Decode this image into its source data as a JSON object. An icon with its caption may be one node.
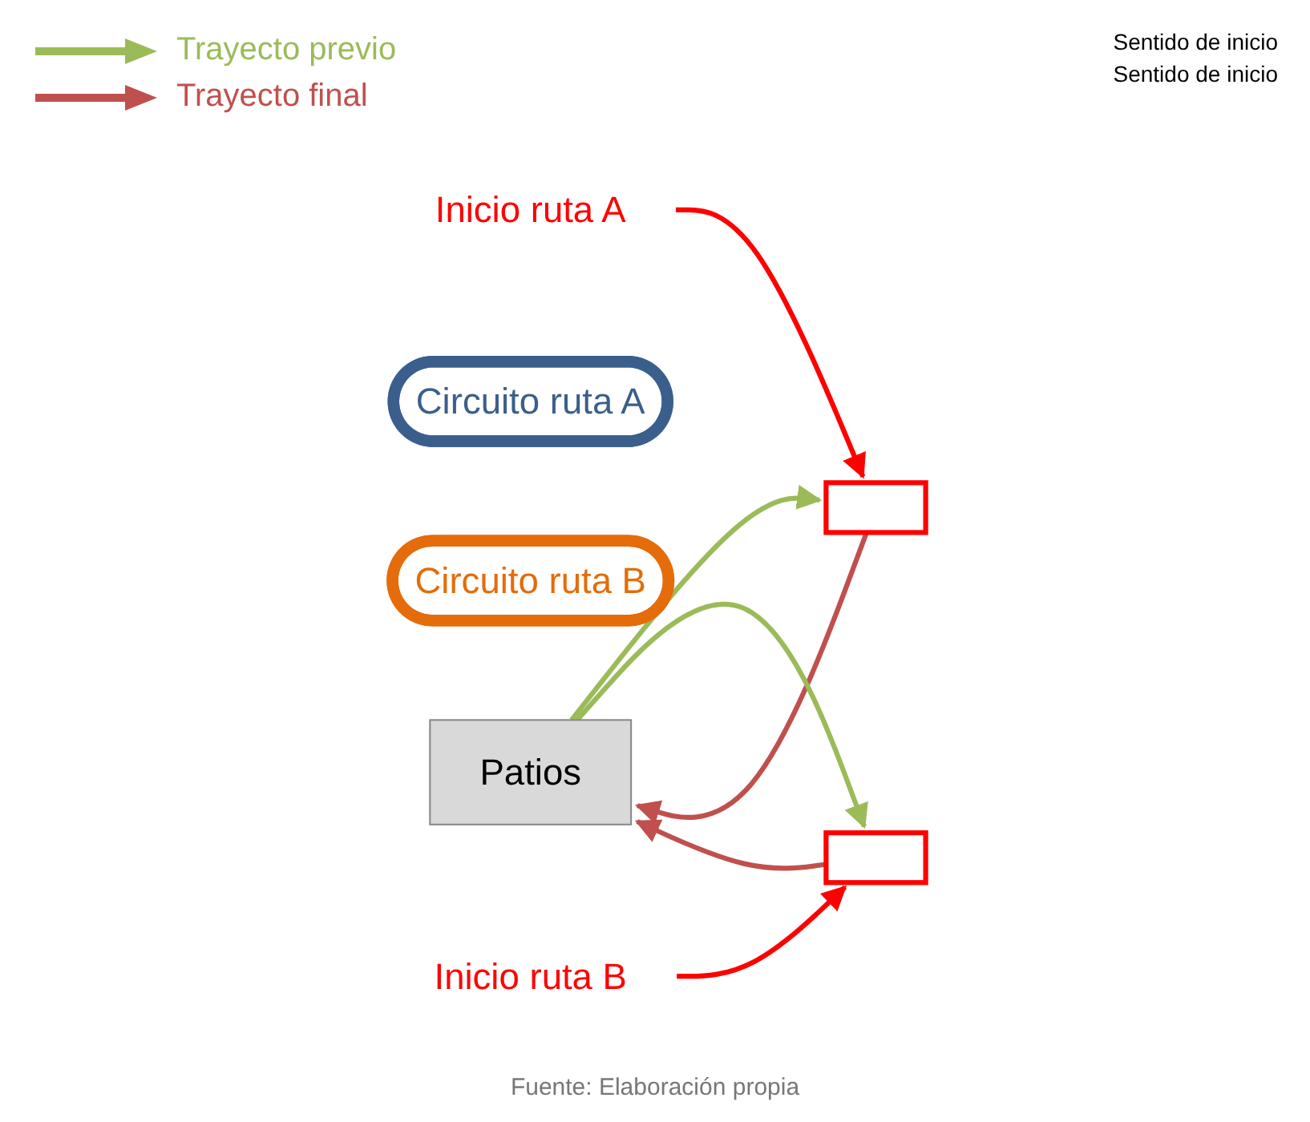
{
  "diagram": {
    "caption": "Fuente: Elaboración propia",
    "nodes": [
      {
        "text": [
          "Patios"
        ]
      },
      {
        "text": [
          "Circuito ruta A"
        ]
      },
      {
        "text": [
          "Circuito ruta B"
        ]
      },
      {
        "text": [
          "Inicio ruta A"
        ]
      },
      {
        "text": [],
        "shape": "box"
      },
      {
        "text": [
          "Inicio ruta B"
        ]
      },
      {
        "text": [],
        "shape": "box"
      }
    ],
    "edges": [
      {
        "from": 0,
        "to": 4,
        "arrow": "to",
        "color": "#9bbb59"
      },
      {
        "from": 4,
        "to": 0,
        "arrow": "to",
        "color": "#c0504d"
      },
      {
        "from": 0,
        "to": 6,
        "arrow": "to",
        "color": "#9bbb59"
      },
      {
        "from": 6,
        "to": 0,
        "arrow": "to",
        "color": "#c0504d"
      },
      {
        "from": 3,
        "to": 4,
        "arrow": "to",
        "color": "#ff0000"
      },
      {
        "from": 5,
        "to": 6,
        "arrow": "to",
        "color": "#ff0000"
      }
    ],
    "labels": [
      "Sentido de inicio",
      "Sentido de inicio"
    ],
    "legend": [
      {
        "text": "Trayecto previo"
      },
      {
        "text": "Trayecto final"
      }
    ]
  }
}
